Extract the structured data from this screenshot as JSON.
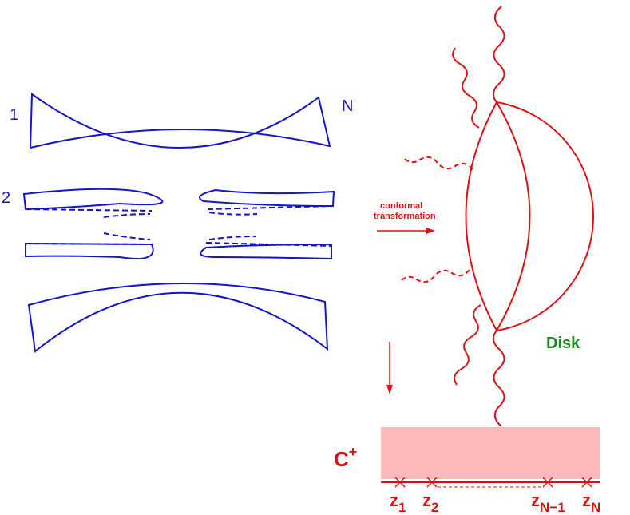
{
  "left_figure": {
    "label_1": "1",
    "label_2": "2",
    "label_n": "N"
  },
  "arrow_label": {
    "line1": "conformal",
    "line2": "transformation"
  },
  "disk_label": "Disk",
  "half_plane": {
    "label": "C",
    "superscript": "+"
  },
  "points": [
    {
      "base": "z",
      "sub": "1"
    },
    {
      "base": "z",
      "sub": "2"
    },
    {
      "base": "z",
      "sub": "N−1"
    },
    {
      "base": "z",
      "sub": "N"
    }
  ],
  "colors": {
    "blue": "#1414c8",
    "red": "#e01010",
    "green": "#1a8a1a",
    "pink": "#fbb9b9"
  }
}
